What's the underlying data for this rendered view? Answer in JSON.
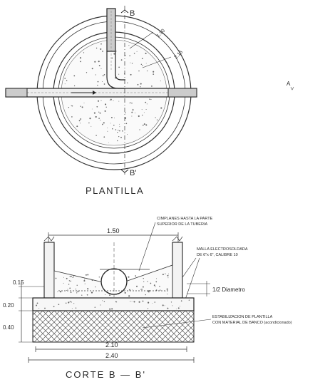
{
  "plan": {
    "title": "PLANTILLA",
    "section_label_top": "B",
    "section_label_bottom": "B'",
    "dim_inner": "1.30",
    "dim_outer": "2.15",
    "side_label": "A"
  },
  "section": {
    "title": "CORTE B — B'",
    "dim_top": "1.50",
    "dim_2_10": "2.10",
    "dim_2_40": "2.40",
    "h_015": "0.15",
    "h_020": "0.20",
    "h_040": "0.40",
    "pipe_note": "1/2 Diametro",
    "note_top_1": "CIMPLANES HASTA LA PARTE",
    "note_top_2": "SUPERIOR DE LA TUBERIA",
    "note_mesh_1": "MALLA ELECTROSOLDADA",
    "note_mesh_2": "DE 6\"x 6\", CALIBRE 10",
    "note_base_1": "ESTABILIZACION DE PLANTILLA",
    "note_base_2": "CON MATERIAL DE BANCO (acondicionado)"
  },
  "colors": {
    "line": "#333333",
    "hatch": "#555555",
    "text": "#2a2a2a"
  }
}
